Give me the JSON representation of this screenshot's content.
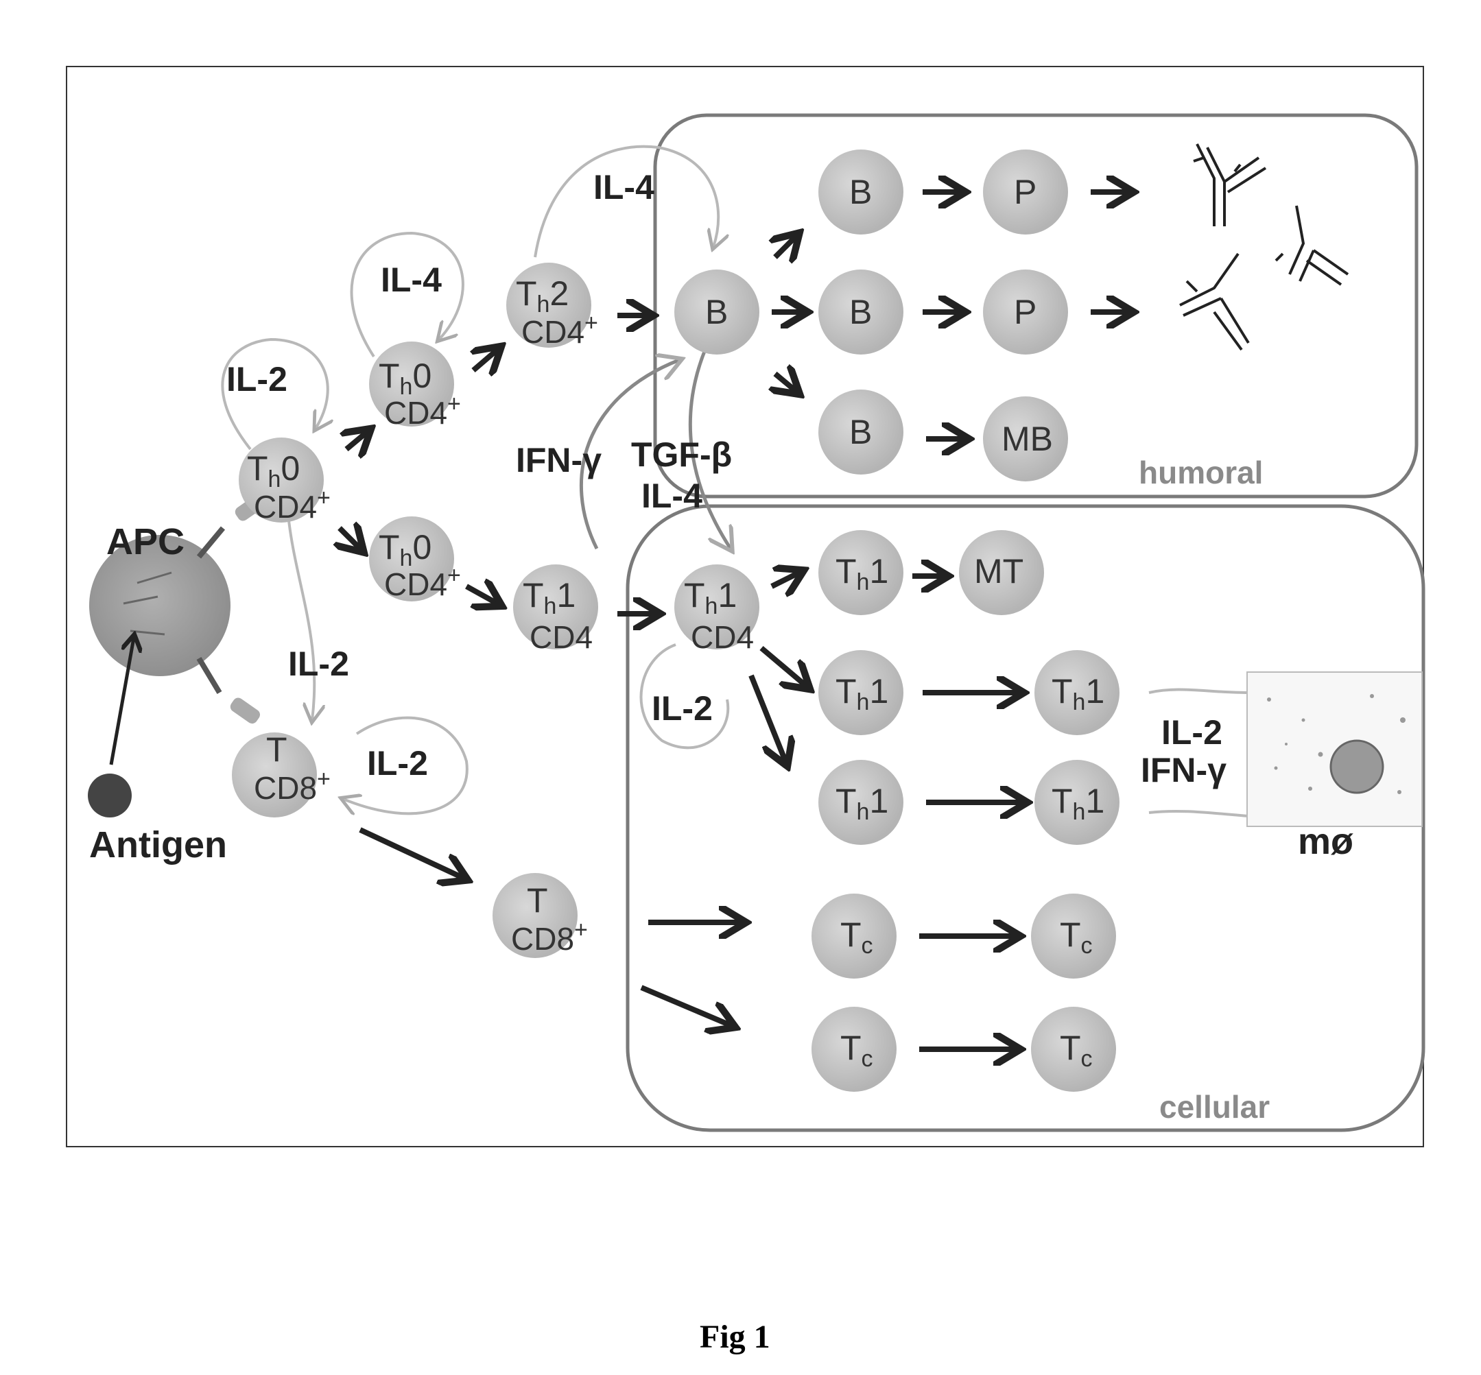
{
  "cells": {
    "apc": {
      "label": "APC"
    },
    "antigen": {
      "label": "Antigen"
    },
    "th0_a": {
      "main": "T",
      "sub": "h",
      "suffix": "0",
      "marker": "CD4",
      "sup": "+"
    },
    "th0_b": {
      "main": "T",
      "sub": "h",
      "suffix": "0",
      "marker": "CD4",
      "sup": "+"
    },
    "th0_c": {
      "main": "T",
      "sub": "h",
      "suffix": "0",
      "marker": "CD4",
      "sup": "+"
    },
    "th2": {
      "main": "T",
      "sub": "h",
      "suffix": "2",
      "marker": "CD4",
      "sup": "+"
    },
    "th1_a": {
      "main": "T",
      "sub": "h",
      "suffix": "1",
      "marker": "CD4"
    },
    "th1_b": {
      "main": "T",
      "sub": "h",
      "suffix": "1",
      "marker": "CD4"
    },
    "t_cd8_a": {
      "main": "T",
      "marker": "CD8",
      "sup": "+"
    },
    "t_cd8_b": {
      "main": "T",
      "marker": "CD8",
      "sup": "+"
    },
    "humoral": {
      "b_center": "B",
      "b_top": "B",
      "p_top": "P",
      "b_mid": "B",
      "p_mid": "P",
      "b_bot": "B",
      "mb": "MB"
    },
    "cellular": {
      "th1_row1": {
        "main": "T",
        "sub": "h",
        "suffix": "1"
      },
      "mt": "MT",
      "th1_row2a": {
        "main": "T",
        "sub": "h",
        "suffix": "1"
      },
      "th1_row2b": {
        "main": "T",
        "sub": "h",
        "suffix": "1"
      },
      "th1_row3a": {
        "main": "T",
        "sub": "h",
        "suffix": "1"
      },
      "th1_row3b": {
        "main": "T",
        "sub": "h",
        "suffix": "1"
      },
      "tc_row4a": {
        "main": "T",
        "sub": "c"
      },
      "tc_row4b": {
        "main": "T",
        "sub": "c"
      },
      "tc_row5a": {
        "main": "T",
        "sub": "c"
      },
      "tc_row5b": {
        "main": "T",
        "sub": "c"
      }
    },
    "macrophage": {
      "label": "mø"
    }
  },
  "cytokines": {
    "il2_top": "IL-2",
    "il4_left": "IL-4",
    "il4_top": "IL-4",
    "il2_mid": "IL-2",
    "il2_cd8": "IL-2",
    "ifn_gamma": "IFN-γ",
    "tgf_beta": "TGF-β",
    "il4_center": "IL-4",
    "il2_th1": "IL-2",
    "il2_mac": "IL-2",
    "ifn_mac": "IFN-γ"
  },
  "regions": {
    "humoral": "humoral",
    "cellular": "cellular"
  },
  "caption": "Fig 1",
  "colors": {
    "cell": "#c8c8c8",
    "apc": "#9a9a9a",
    "antigen": "#444444",
    "region_border": "#7a7a7a",
    "loop": "#b8b8b8"
  }
}
